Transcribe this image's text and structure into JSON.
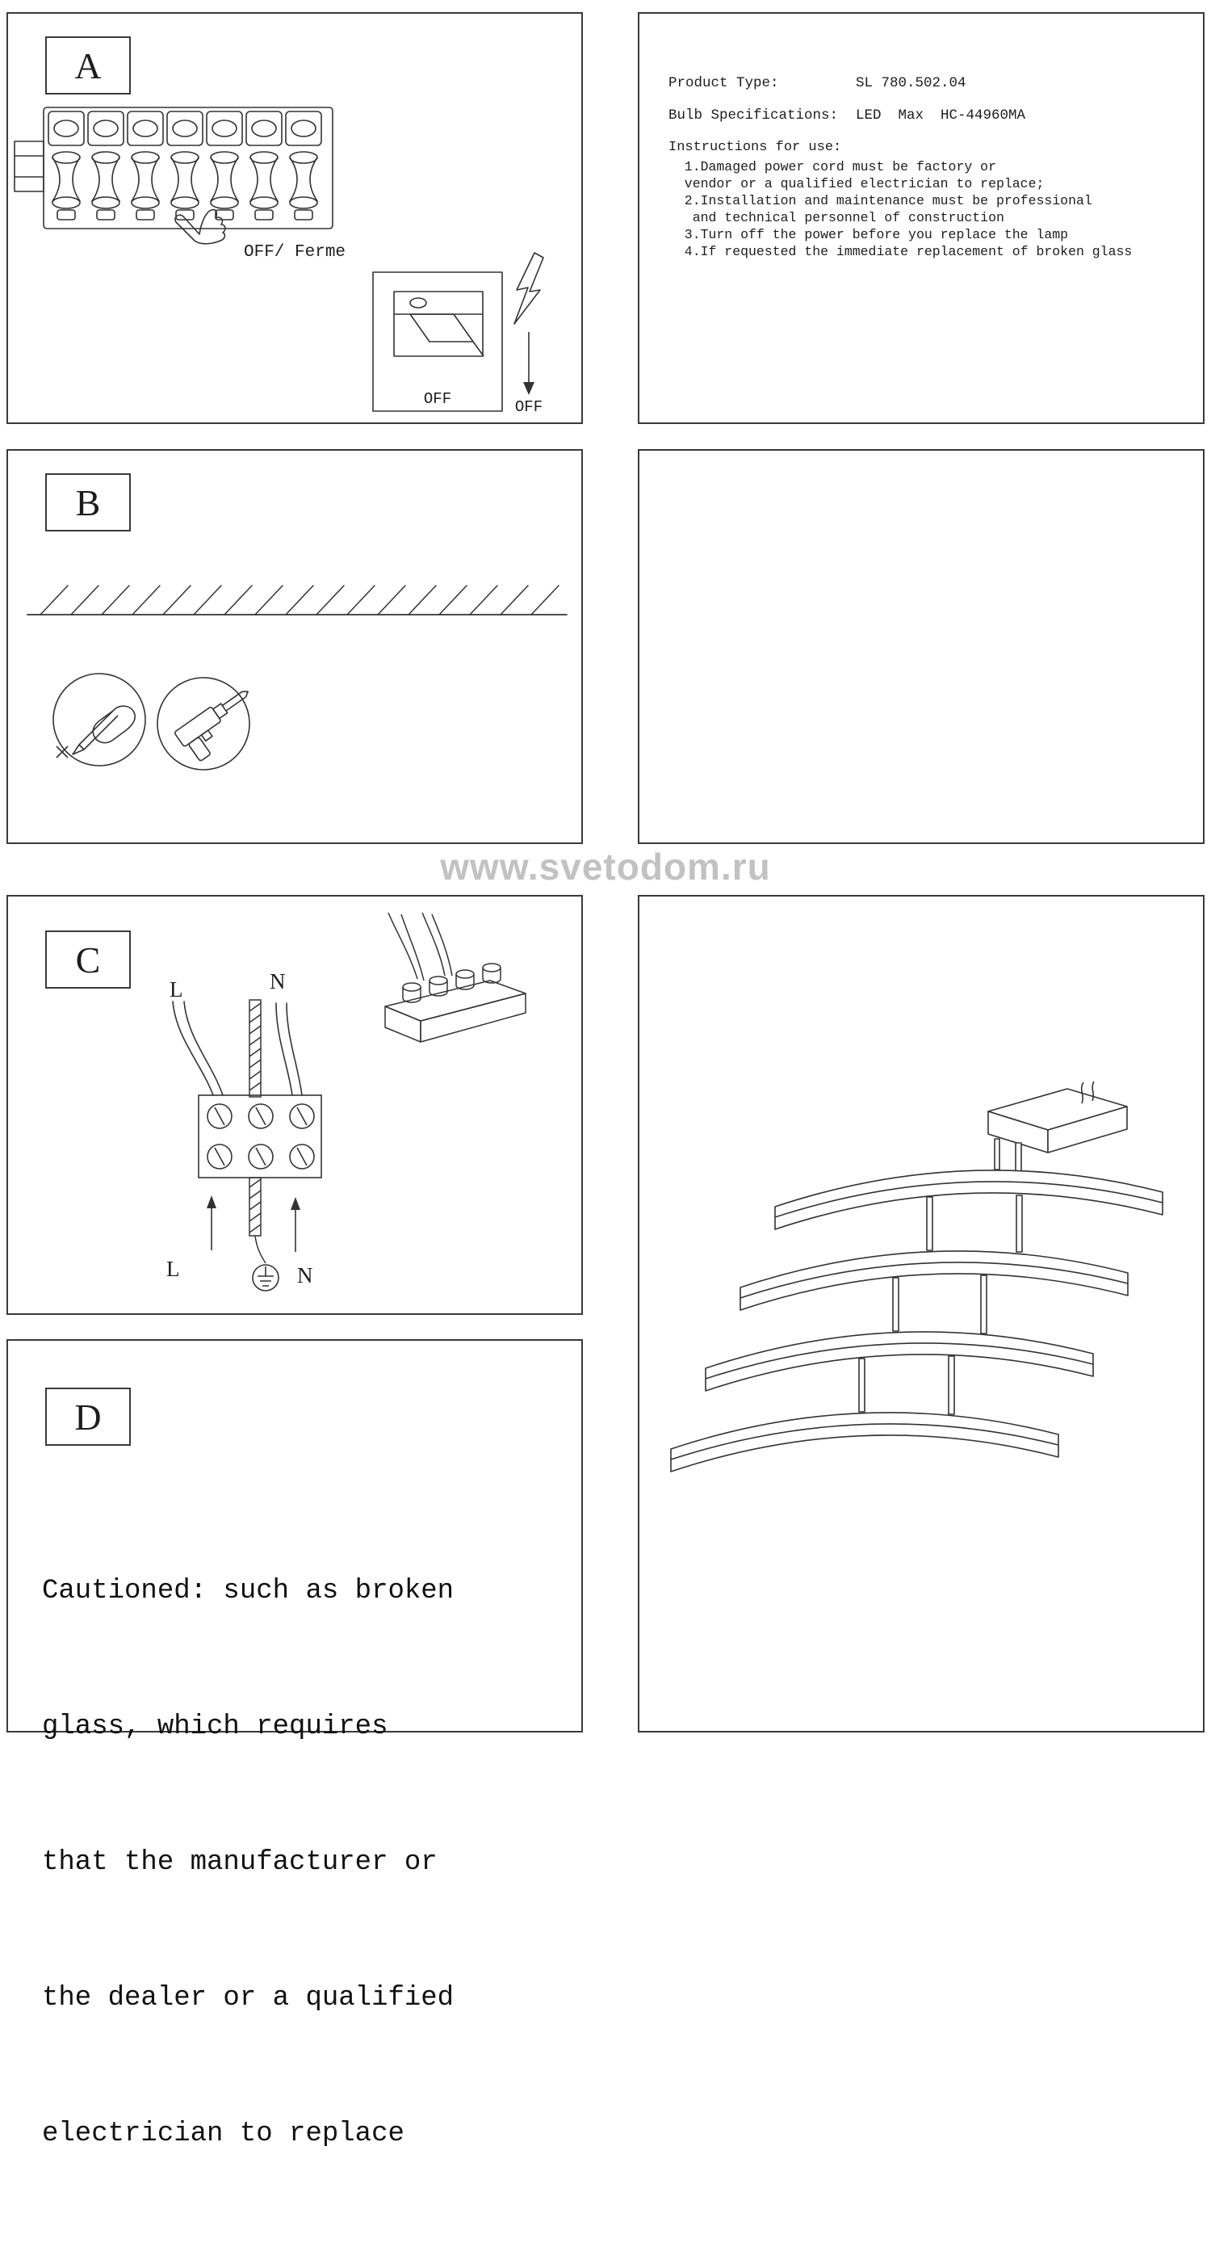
{
  "watermark": "www.svetodom.ru",
  "panels": {
    "a": {
      "label": "A",
      "off_ferme": "OFF/ Ferme",
      "switch_off": "OFF",
      "arrow_off": "OFF"
    },
    "b": {
      "label": "B"
    },
    "c": {
      "label": "C",
      "l_top": "L",
      "n_top": "N",
      "l_bottom": "L",
      "n_bottom": "N"
    },
    "d": {
      "label": "D",
      "caution_lines": [
        "Cautioned: such as broken",
        "glass, which requires",
        "that the manufacturer or",
        "the dealer or a qualified",
        "electrician to replace"
      ]
    },
    "info": {
      "product_type_label": "Product Type:",
      "product_type_value": "SL 780.502.04",
      "bulb_spec_label": "Bulb Specifications:",
      "bulb_spec_value": "LED  Max  HC-44960MA",
      "instructions_title": "Instructions for use:",
      "instruction_lines": [
        "  1.Damaged power cord must be factory or",
        "  vendor or a qualified electrician to replace;",
        "  2.Installation and maintenance must be professional",
        "   and technical personnel of construction",
        "  3.Turn off the power before you replace the lamp",
        "  4.If requested the immediate replacement of broken glass"
      ]
    }
  }
}
